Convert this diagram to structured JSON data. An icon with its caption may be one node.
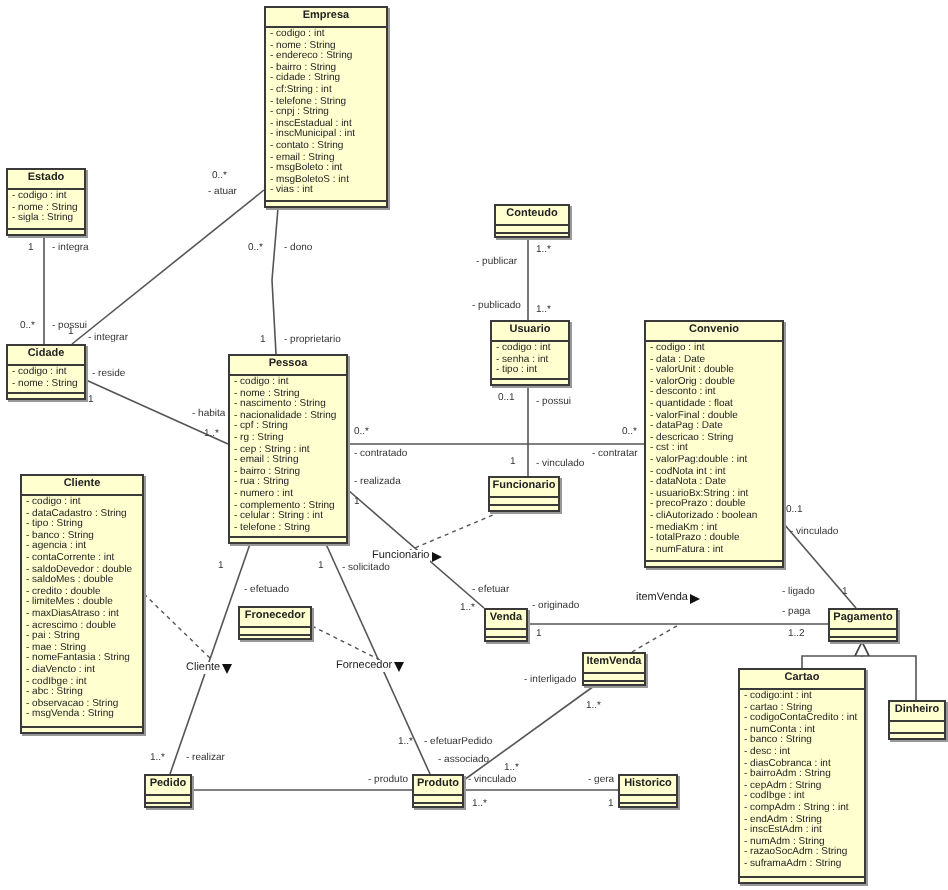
{
  "diagram": {
    "nodes": [
      {
        "text": [
          "Empresa",
          "- codigo : int",
          "- nome : String",
          "- endereco : String",
          "- bairro : String",
          "- cidade : String",
          "- cf:String : int",
          "- telefone : String",
          "- cnpj : String",
          "- inscEstadual : int",
          "- inscMunicipal : int",
          "- contato : String",
          "- email : String",
          "- msgBoleto : int",
          "- msgBoletoS : int",
          "- vias : int"
        ]
      },
      {
        "text": [
          "Estado",
          "- codigo : int",
          "- nome : String",
          "- sigla : String"
        ]
      },
      {
        "text": [
          "Cidade",
          "- codigo : int",
          "- nome : String"
        ]
      },
      {
        "text": [
          "Conteudo"
        ]
      },
      {
        "text": [
          "Usuario",
          "- codigo : int",
          "- senha : int",
          "- tipo : int"
        ]
      },
      {
        "text": [
          "Convenio",
          "- codigo : int",
          "- data : Date",
          "- valorUnit : double",
          "- valorOrig : double",
          "- desconto : int",
          "- quantidade : float",
          "- valorFinal : double",
          "- dataPag : Date",
          "- descricao : String",
          "- cst : int",
          "- valorPag:double : int",
          "- codNota int : int",
          "- dataNota : Date",
          "- usuarioBx:String : int",
          "- precoPrazo : double",
          "- cliAutorizado : boolean",
          "- mediaKm : int",
          "- totalPrazo : double",
          "- numFatura : int"
        ]
      },
      {
        "text": [
          "Pessoa",
          "- codigo : int",
          "- nome : String",
          "- nascimento : String",
          "- nacionalidade : String",
          "- cpf : String",
          "- rg : String",
          "- cep : String : int",
          "- email : String",
          "- bairro : String",
          "- rua : String",
          "- numero : int",
          "- complemento : String",
          "- celular : String : int",
          "- telefone : String"
        ]
      },
      {
        "text": [
          "Cliente",
          "- codigo : int",
          "- dataCadastro : String",
          "- tipo : String",
          "- banco : String",
          "- agencia : int",
          "- contaCorrente : int",
          "- saldoDevedor : double",
          "- saldoMes : double",
          "- credito : double",
          "- limiteMes : double",
          "- maxDiasAtraso : int",
          "- acrescimo : double",
          "- pai : String",
          "- mae : String",
          "- nomeFantasia : String",
          "- diaVencto : int",
          "- codIbge : int",
          "- abc : String",
          "- observacao : String",
          "- msgVenda : String"
        ]
      },
      {
        "text": [
          "Funcionario"
        ]
      },
      {
        "text": [
          "Fronecedor"
        ]
      },
      {
        "text": [
          "Venda"
        ]
      },
      {
        "text": [
          "ItemVenda"
        ]
      },
      {
        "text": [
          "Pagamento"
        ]
      },
      {
        "text": [
          "Dinheiro"
        ]
      },
      {
        "text": [
          "Cartao",
          "- codigo:int : int",
          "- cartao : String",
          "- codigoContaCredito : int",
          "- numConta : int",
          "- banco : String",
          "- desc : int",
          "- diasCobranca : int",
          "- bairroAdm : String",
          "- cepAdm : String",
          "- codIbge : int",
          "- compAdm : String : int",
          "- endAdm : String",
          "- inscEstAdm : int",
          "- numAdm : String",
          "- razaoSocAdm : String",
          "- suframaAdm : String"
        ]
      },
      {
        "text": [
          "Pedido"
        ]
      },
      {
        "text": [
          "Produto"
        ]
      },
      {
        "text": [
          "Historico"
        ]
      }
    ],
    "edges": [
      {
        "from": 1,
        "to": 2,
        "arrow": "none"
      },
      {
        "from": 2,
        "to": 0,
        "arrow": "none"
      },
      {
        "from": 0,
        "to": 6,
        "arrow": "none"
      },
      {
        "from": 2,
        "to": 6,
        "arrow": "none"
      },
      {
        "from": 3,
        "to": 4,
        "arrow": "none"
      },
      {
        "from": 4,
        "to": 8,
        "arrow": "none"
      },
      {
        "from": 6,
        "to": 5,
        "arrow": "none"
      },
      {
        "from": 6,
        "to": 10,
        "arrow": "none"
      },
      {
        "from": 6,
        "to": 15,
        "arrow": "none"
      },
      {
        "from": 6,
        "to": 16,
        "arrow": "none"
      },
      {
        "from": 10,
        "to": 12,
        "arrow": "none"
      },
      {
        "from": 5,
        "to": 12,
        "arrow": "none"
      },
      {
        "from": 11,
        "to": 16,
        "arrow": "none"
      },
      {
        "from": 15,
        "to": 16,
        "arrow": "none"
      },
      {
        "from": 16,
        "to": 17,
        "arrow": "none"
      },
      {
        "from": 14,
        "to": 12,
        "arrow": "to"
      },
      {
        "from": 13,
        "to": 12,
        "arrow": "to"
      },
      {
        "from": 7,
        "to": null,
        "arrow": "none",
        "label": "Cliente",
        "style": "dashed"
      },
      {
        "from": 9,
        "to": null,
        "arrow": "none",
        "label": "Fornecedor",
        "style": "dashed"
      },
      {
        "from": 8,
        "to": null,
        "arrow": "none",
        "label": "Funcionario",
        "style": "dashed"
      },
      {
        "from": 11,
        "to": null,
        "arrow": "none",
        "label": "itemVenda",
        "style": "dashed"
      }
    ],
    "labels": [
      "1",
      "- integra",
      "0..*",
      "- possui",
      "1",
      "- integrar",
      "0..*",
      "- atuar",
      "0..*",
      "- dono",
      "1",
      "- proprietario",
      "- reside",
      "1",
      "- habita",
      "1..*",
      "1..*",
      "- publicar",
      "- publicado",
      "1..*",
      "0..1",
      "- possui",
      "1",
      "- vinculado",
      "0..*",
      "- contratado",
      "0..*",
      "- contratar",
      "- realizada",
      "1",
      "- efetuar",
      "1..*",
      "1",
      "- efetuado",
      "1..*",
      "- realizar",
      "1",
      "- solicitado",
      "1..*",
      "- efetuarPedido",
      "- originado",
      "1",
      "- paga",
      "1..2",
      "0..1",
      "- vinculado",
      "- ligado",
      "1",
      "- interligado",
      "1..*",
      "- associado",
      "1..*",
      "- produto",
      "- vinculado",
      "1..*",
      "- gera",
      "1"
    ]
  }
}
